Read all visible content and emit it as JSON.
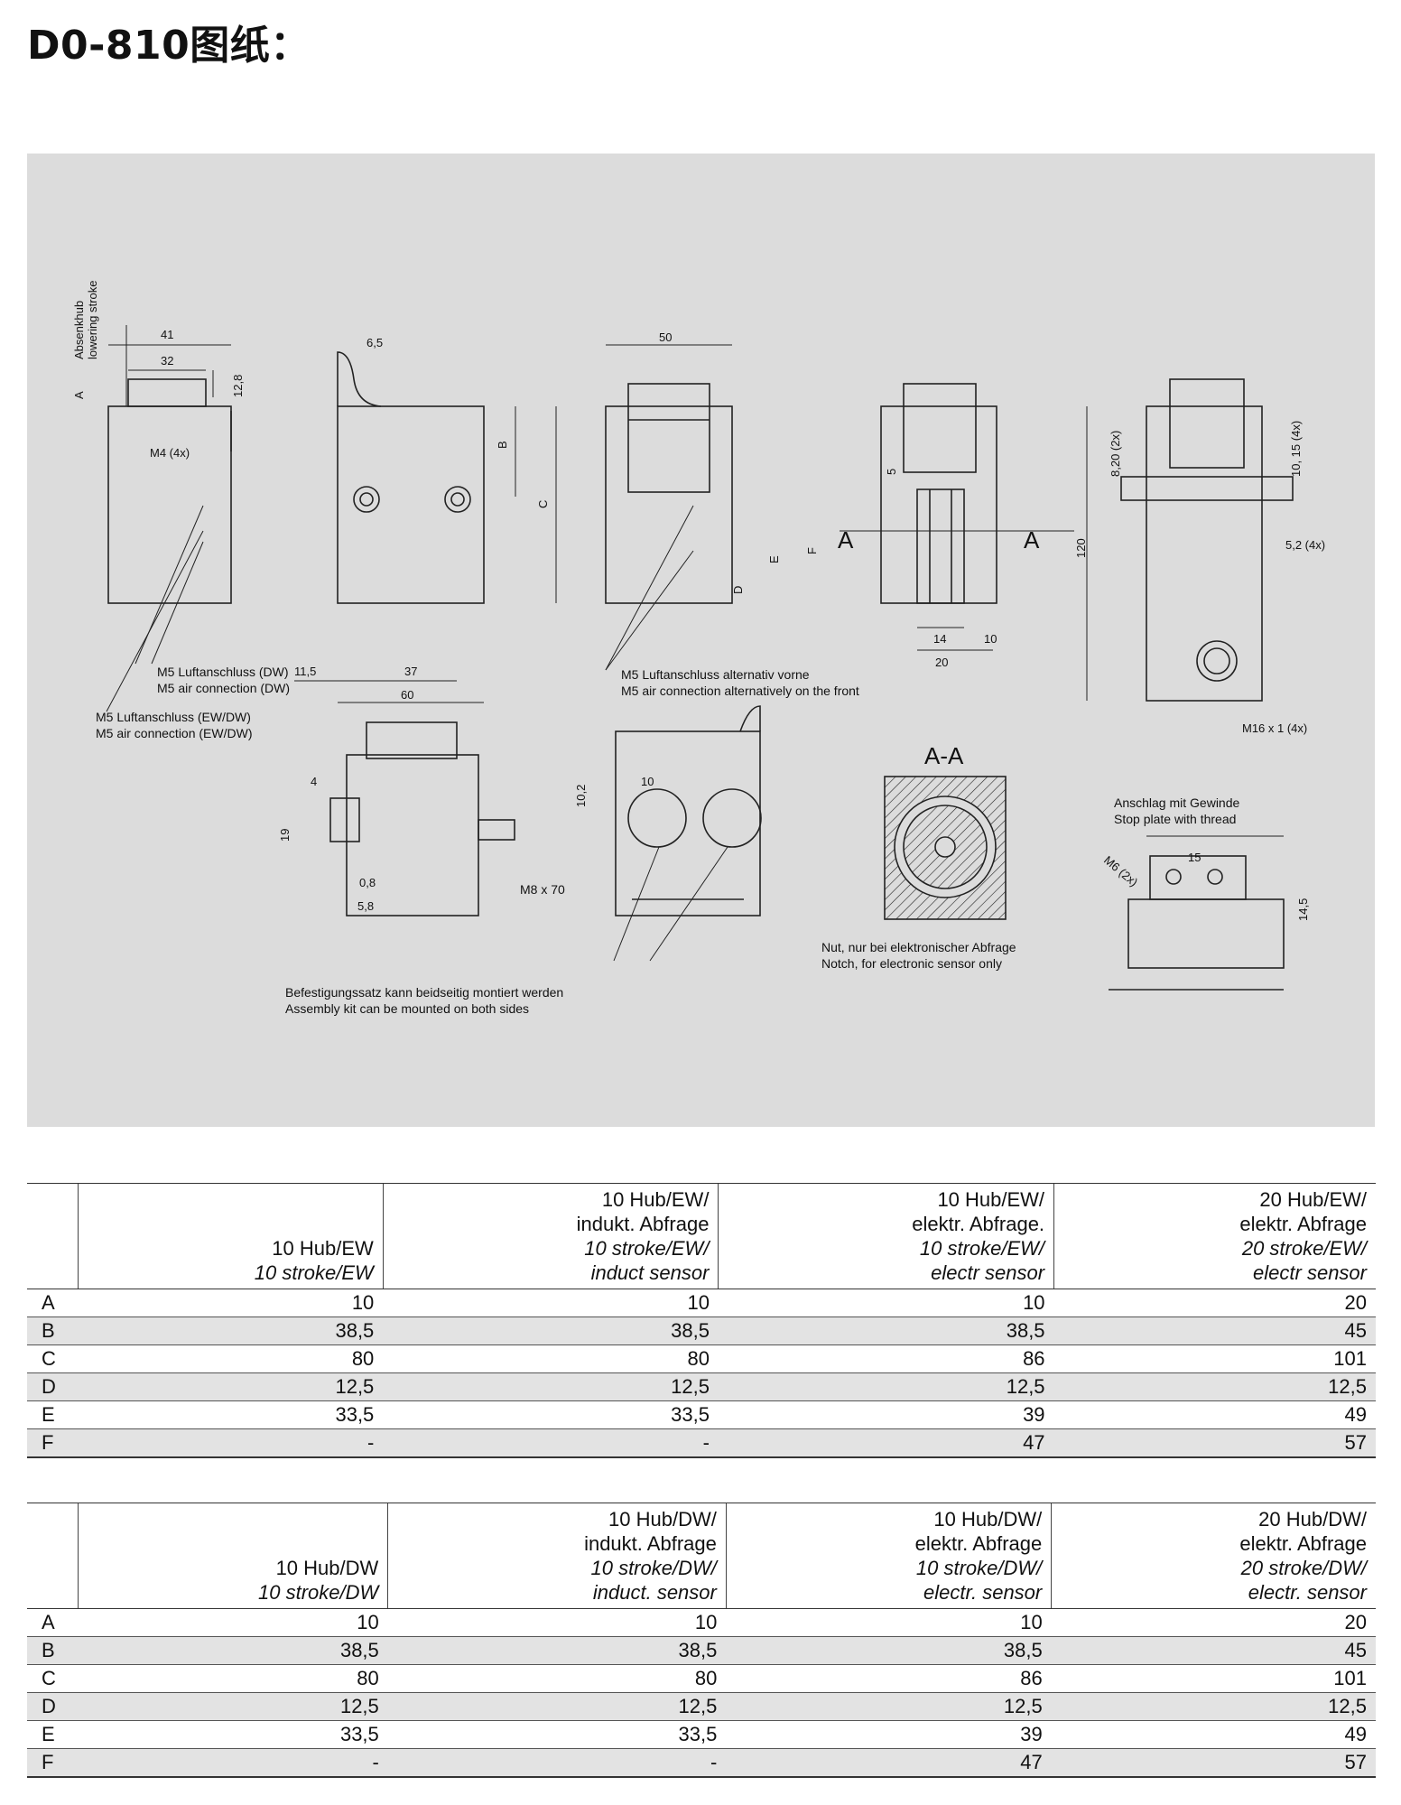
{
  "page_title": "D0-810图纸：",
  "drawing": {
    "labels": {
      "absenkhub": "Absenkhub",
      "lowering_stroke": "lowering stroke",
      "a": "A",
      "d41": "41",
      "d32": "32",
      "d128": "12,8",
      "m4": "M4 (4x)",
      "d65": "6,5",
      "b": "B",
      "c": "C",
      "d115": "11,5",
      "d37": "37",
      "d60": "60",
      "d50": "50",
      "dD": "D",
      "dE": "E",
      "dF": "F",
      "d5": "5",
      "secA1": "A",
      "secA2": "A",
      "d14": "14",
      "d10": "10",
      "d20": "20",
      "d820": "8,20 (2x)",
      "d120": "120",
      "d1015": "10, 15 (4x)",
      "d52": "5,2 (4x)",
      "m16": "M16 x 1 (4x)",
      "m5_dw_de": "M5 Luftanschluss (DW)",
      "m5_dw_en": "M5 air connection (DW)",
      "m5_ew_de": "M5 Luftanschluss (EW/DW)",
      "m5_ew_en": "M5 air connection (EW/DW)",
      "m5_front_de": "M5  Luftanschluss  alternativ  vorne",
      "m5_front_en": "M5  air  connection  alternatively  on  the  front",
      "aa": "A-A",
      "d4": "4",
      "d19": "19",
      "d08": "0,8",
      "d58": "5,8",
      "m8": "M8 x 70",
      "d102": "10,2",
      "d10b": "10",
      "notch_de": "Nut, nur bei elektronischer Abfrage",
      "notch_en": "Notch, for electronic sensor only",
      "stop_de": "Anschlag mit Gewinde",
      "stop_en": "Stop plate with thread",
      "m6": "M6 (2x)",
      "d15": "15",
      "d145": "14,5",
      "assy_de": "Befestigungssatz kann beidseitig montiert werden",
      "assy_en": "Assembly kit can be mounted on both sides"
    }
  },
  "table_ew": {
    "headers": [
      {
        "line1": "",
        "line2": "10 Hub/EW",
        "line3": "10 stroke/EW",
        "line4": ""
      },
      {
        "line1": "10 Hub/EW/",
        "line2": "indukt. Abfrage",
        "line3": "10 stroke/EW/",
        "line4": "induct  sensor"
      },
      {
        "line1": "10 Hub/EW/",
        "line2": "elektr. Abfrage.",
        "line3": "10 stroke/EW/",
        "line4": "electr  sensor"
      },
      {
        "line1": "20 Hub/EW/",
        "line2": "elektr. Abfrage",
        "line3": "20 stroke/EW/",
        "line4": "electr  sensor"
      }
    ],
    "rows": [
      {
        "label": "A",
        "values": [
          "10",
          "10",
          "10",
          "20"
        ]
      },
      {
        "label": "B",
        "values": [
          "38,5",
          "38,5",
          "38,5",
          "45"
        ]
      },
      {
        "label": "C",
        "values": [
          "80",
          "80",
          "86",
          "101"
        ]
      },
      {
        "label": "D",
        "values": [
          "12,5",
          "12,5",
          "12,5",
          "12,5"
        ]
      },
      {
        "label": "E",
        "values": [
          "33,5",
          "33,5",
          "39",
          "49"
        ]
      },
      {
        "label": "F",
        "values": [
          "-",
          "-",
          "47",
          "57"
        ]
      }
    ]
  },
  "table_dw": {
    "headers": [
      {
        "line1": "",
        "line2": "10 Hub/DW",
        "line3": "10 stroke/DW",
        "line4": ""
      },
      {
        "line1": "10 Hub/DW/",
        "line2": "indukt. Abfrage",
        "line3": "10 stroke/DW/",
        "line4": "induct. sensor"
      },
      {
        "line1": "10 Hub/DW/",
        "line2": "elektr. Abfrage",
        "line3": "10 stroke/DW/",
        "line4": "electr. sensor"
      },
      {
        "line1": "20 Hub/DW/",
        "line2": "elektr. Abfrage",
        "line3": "20 stroke/DW/",
        "line4": "electr. sensor"
      }
    ],
    "rows": [
      {
        "label": "A",
        "values": [
          "10",
          "10",
          "10",
          "20"
        ]
      },
      {
        "label": "B",
        "values": [
          "38,5",
          "38,5",
          "38,5",
          "45"
        ]
      },
      {
        "label": "C",
        "values": [
          "80",
          "80",
          "86",
          "101"
        ]
      },
      {
        "label": "D",
        "values": [
          "12,5",
          "12,5",
          "12,5",
          "12,5"
        ]
      },
      {
        "label": "E",
        "values": [
          "33,5",
          "33,5",
          "39",
          "49"
        ]
      },
      {
        "label": "F",
        "values": [
          "-",
          "-",
          "47",
          "57"
        ]
      }
    ]
  }
}
